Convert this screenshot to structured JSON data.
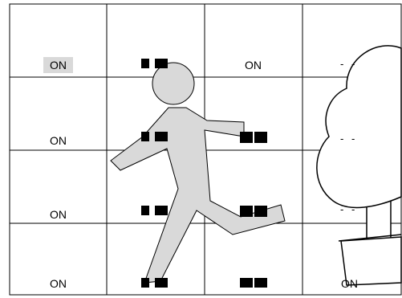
{
  "grid": {
    "rows": 4,
    "cols": 4
  },
  "labels": {
    "r0c0": "ON",
    "r0c2": "ON",
    "r1c0": "ON",
    "r2c0": "ON",
    "r3c0": "ON",
    "r3c3": "ON"
  },
  "dashes": {
    "r0c3": "- -",
    "r1c3": "- -",
    "r2c3": "- -"
  },
  "colors": {
    "figure_fill": "#d9d9d9",
    "line": "#000000",
    "highlight": "#d9d9d9",
    "block": "#000000"
  },
  "figures": [
    "running-person",
    "tree-in-pot"
  ]
}
